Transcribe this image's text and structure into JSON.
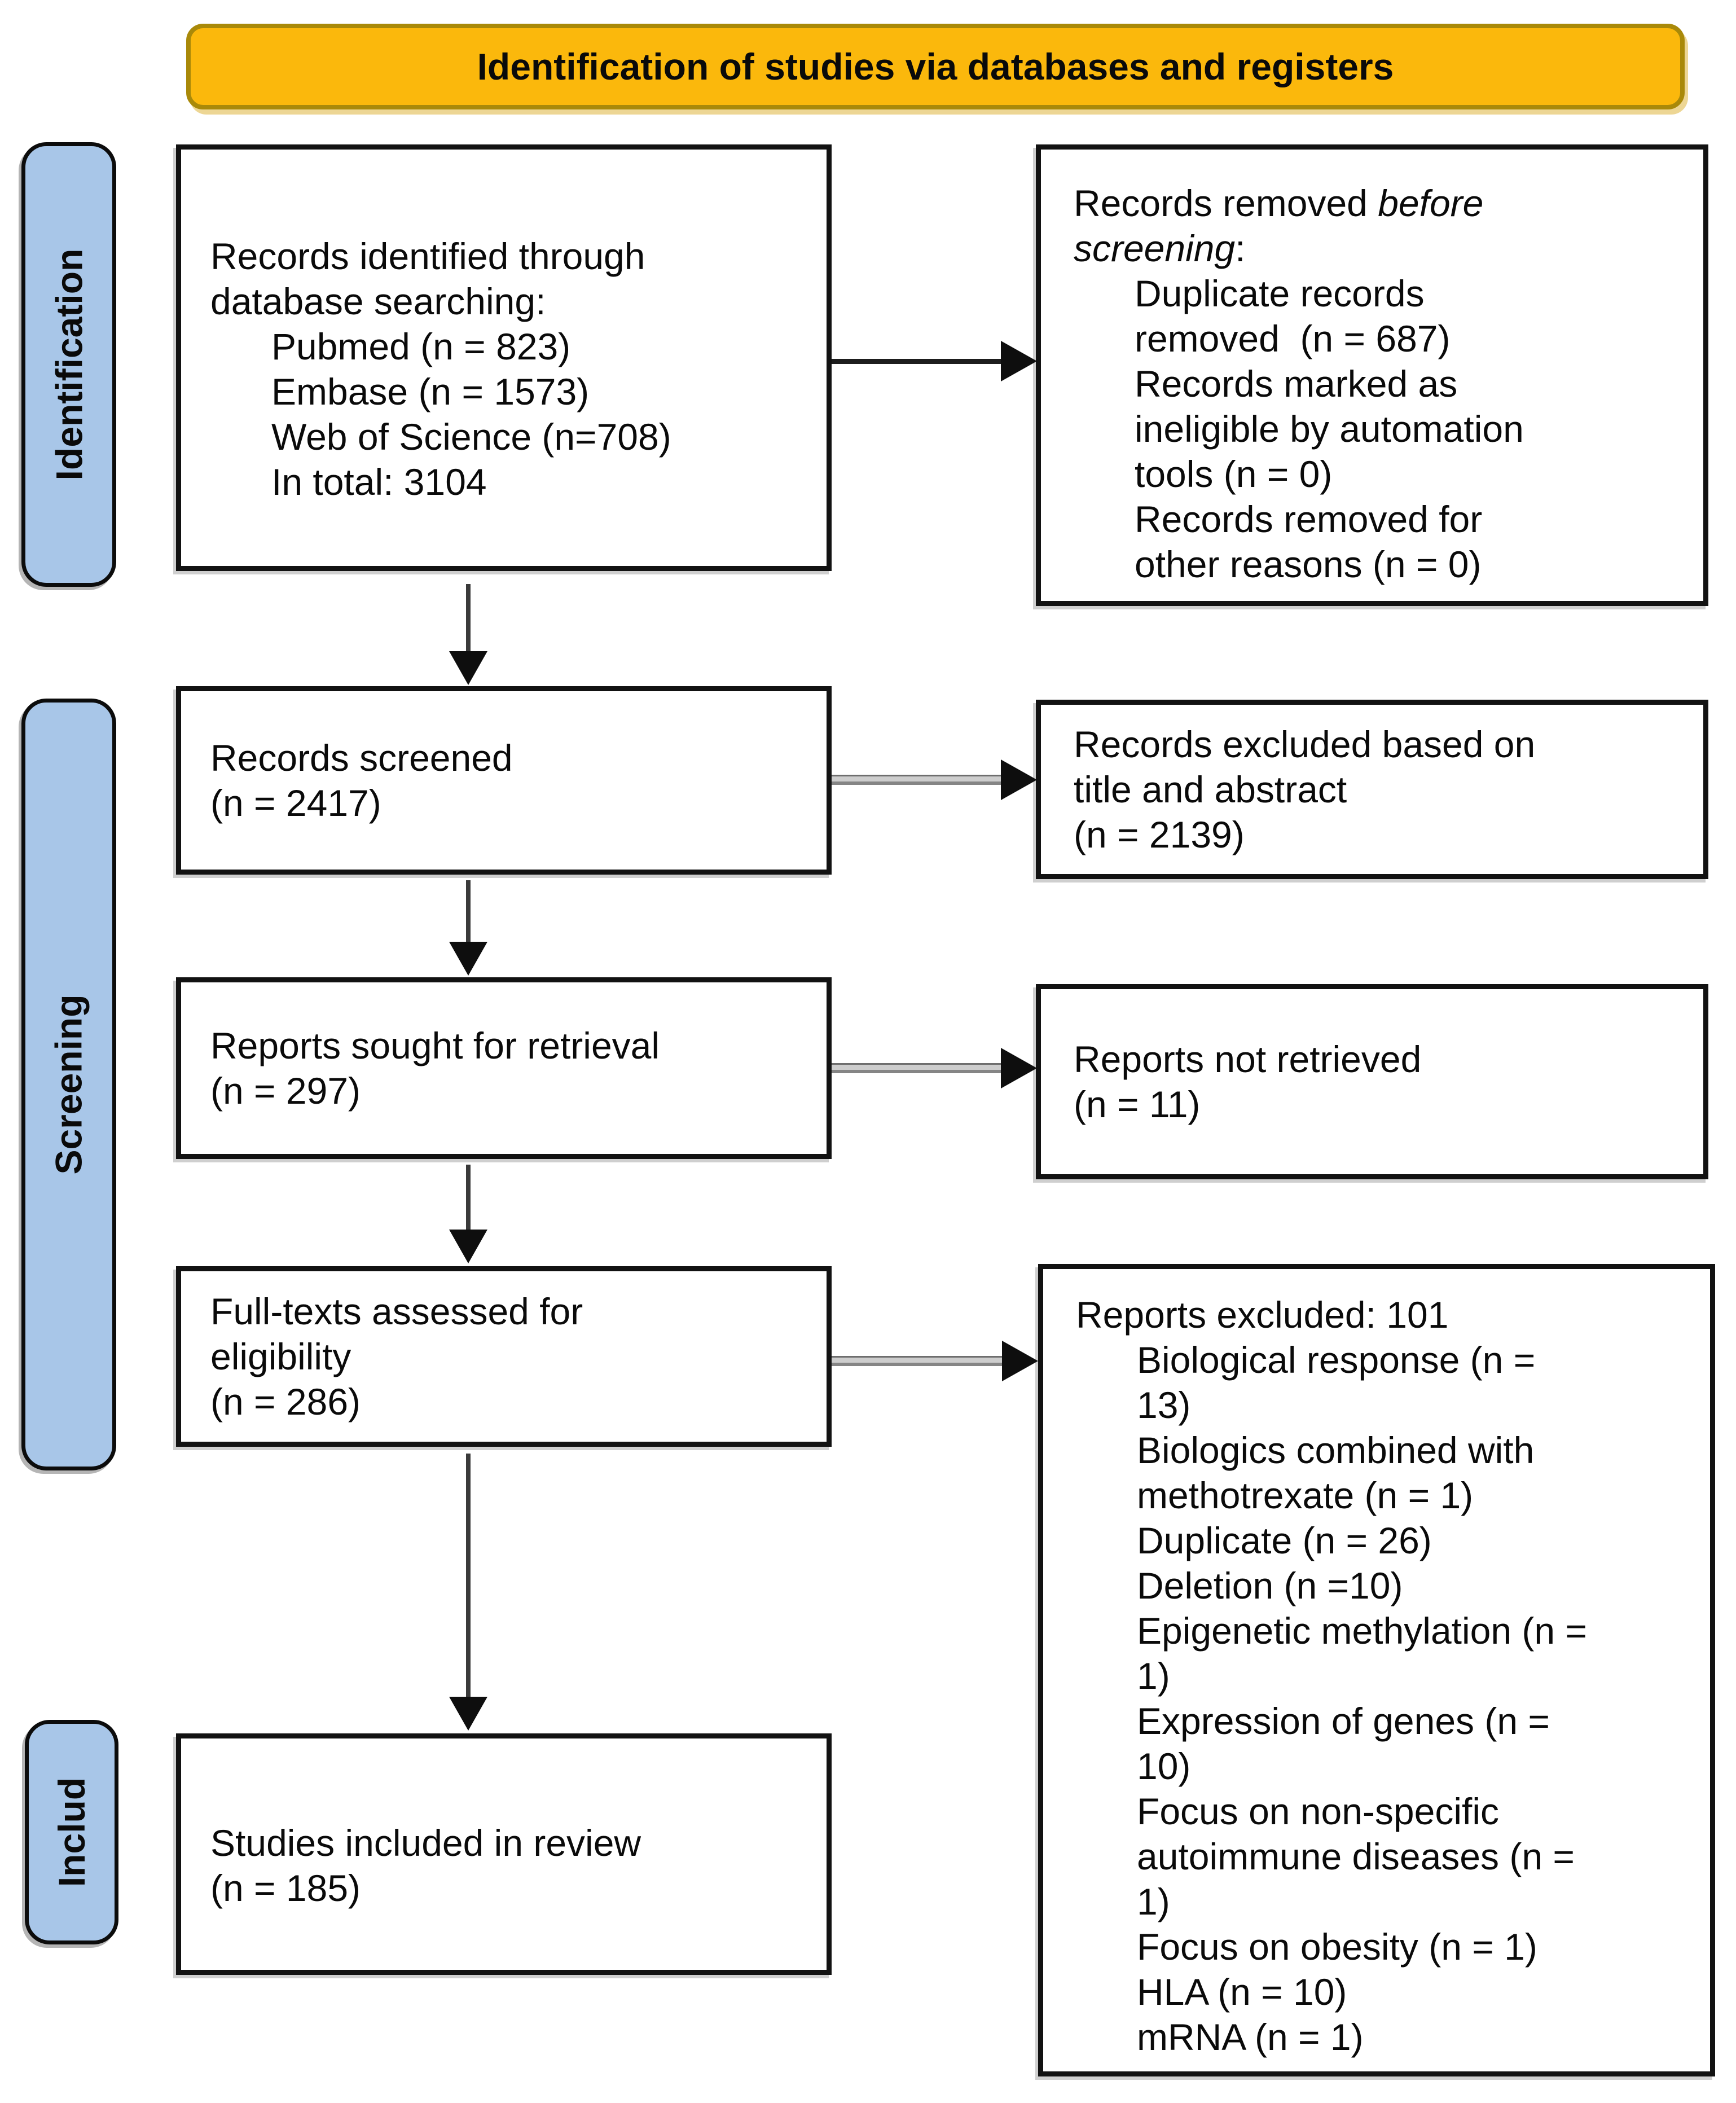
{
  "banner": {
    "title": "Identification of studies via databases and registers"
  },
  "sidebar": {
    "identification": "Identification",
    "screening": "Screening",
    "included": "Includ"
  },
  "boxes": {
    "identified": {
      "lines": [
        "Records identified through",
        "database searching:",
        "Pubmed (n = 823)",
        "Embase (n = 1573)",
        "Web of Science (n=708)",
        "In total: 3104"
      ]
    },
    "removed_before_screening": {
      "line1_regular": "Records removed ",
      "line1_italic": "before",
      "line2_italic": "screening",
      "line2_regular": ":",
      "lines": [
        "Duplicate records",
        "removed  (n = 687)",
        "Records marked as",
        "ineligible by automation",
        "tools (n = 0)",
        "Records removed for",
        "other reasons (n = 0)"
      ]
    },
    "screened": {
      "lines": [
        "Records screened",
        "(n = 2417)"
      ]
    },
    "excluded_title_abstract": {
      "lines": [
        "Records excluded based on",
        "title and abstract",
        "(n = 2139)"
      ]
    },
    "sought": {
      "lines": [
        "Reports sought for retrieval",
        "(n = 297)"
      ]
    },
    "not_retrieved": {
      "lines": [
        "Reports not retrieved",
        "(n = 11)"
      ]
    },
    "fulltext": {
      "lines": [
        "Full-texts assessed for",
        "eligibility",
        "(n = 286)"
      ]
    },
    "reports_excluded": {
      "title": "Reports excluded: 101",
      "lines": [
        "Biological response (n =",
        "13)",
        "Biologics combined with",
        "methotrexate (n = 1)",
        "Duplicate (n = 26)",
        "Deletion (n =10)",
        "Epigenetic methylation (n =",
        "1)",
        "Expression of genes (n =",
        "10)",
        "Focus on non-specific",
        "autoimmune diseases (n =",
        "1)",
        "Focus on obesity (n = 1)",
        "HLA (n = 10)",
        "mRNA (n = 1)"
      ]
    },
    "included_review": {
      "lines": [
        "Studies included in review",
        "(n = 185)"
      ]
    }
  },
  "colors": {
    "banner_fill": "#FBB80C",
    "banner_border": "#A98909",
    "sidebar_fill": "#A8C6E8",
    "box_border": "#121212",
    "arrow": "#0e0e0e"
  }
}
